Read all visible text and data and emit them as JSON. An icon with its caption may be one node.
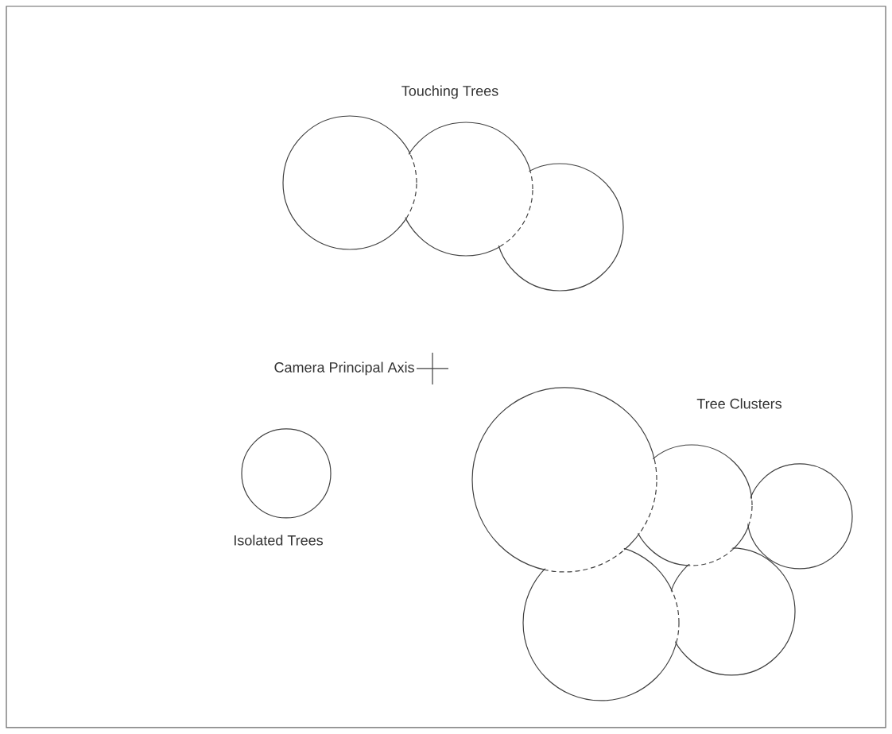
{
  "diagram": {
    "labels": [
      "Touching Trees",
      "Camera Principal Axis",
      "Tree Clusters",
      "Isolated Trees"
    ]
  }
}
